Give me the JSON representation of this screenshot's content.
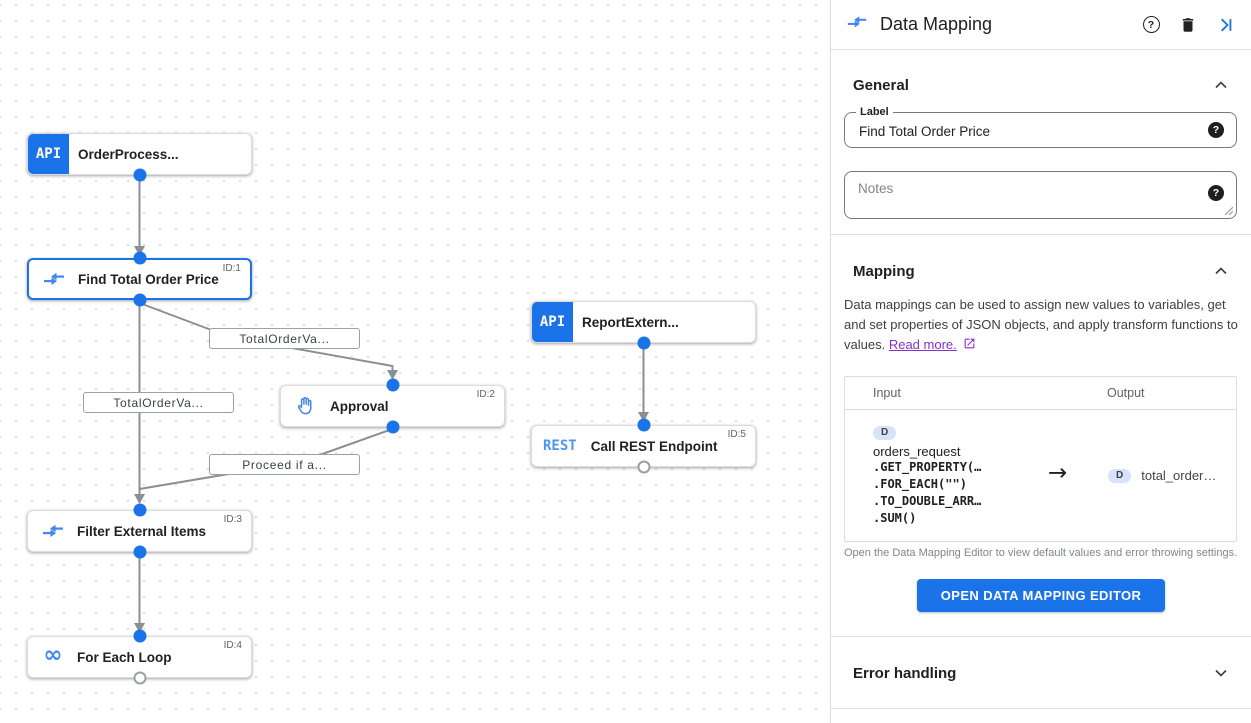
{
  "canvas": {
    "nodes": {
      "order_process": {
        "label": "OrderProcess...",
        "badge": "API"
      },
      "find_total": {
        "label": "Find Total Order Price",
        "id": "ID:1"
      },
      "report_extern": {
        "label": "ReportExtern...",
        "badge": "API"
      },
      "approval": {
        "label": "Approval",
        "id": "ID:2"
      },
      "call_rest": {
        "label": "Call REST Endpoint",
        "id": "ID:5",
        "badge": "REST"
      },
      "filter_items": {
        "label": "Filter External Items",
        "id": "ID:3"
      },
      "for_each": {
        "label": "For Each Loop",
        "id": "ID:4"
      }
    },
    "edge_labels": {
      "to_approval": "TotalOrderVa...",
      "to_filter": "TotalOrderVa...",
      "proceed": "Proceed if a..."
    },
    "infinity_glyph": "∞"
  },
  "panel": {
    "title": "Data Mapping",
    "header_icons": {
      "help": "?",
      "help_filled": "?"
    },
    "general": {
      "title": "General",
      "label_field": {
        "label": "Label",
        "value": "Find Total Order Price"
      },
      "notes_field": {
        "placeholder": "Notes"
      }
    },
    "mapping": {
      "title": "Mapping",
      "description": "Data mappings can be used to assign new values to variables, get and set properties of JSON objects, and apply transform functions to values.",
      "read_more": "Read more.",
      "table": {
        "input_header": "Input",
        "output_header": "Output",
        "badge": "D",
        "input_var": "orders_request",
        "input_lines": [
          ".GET_PROPERTY(…",
          ".FOR_EACH(\"\")",
          ".TO_DOUBLE_ARR…",
          ".SUM()"
        ],
        "arrow": "→",
        "output_badge": "D",
        "output_var": "total_order…"
      },
      "caption": "Open the Data Mapping Editor to view default values and error throwing settings.",
      "button": "OPEN DATA MAPPING EDITOR"
    },
    "error_handling": {
      "title": "Error handling"
    }
  },
  "colors": {
    "accent_blue": "#1a73e8",
    "icon_blue": "#4285f4",
    "rest_blue": "#4e95f1",
    "link_purple": "#8430ce",
    "edge_gray": "#8a8f95"
  }
}
